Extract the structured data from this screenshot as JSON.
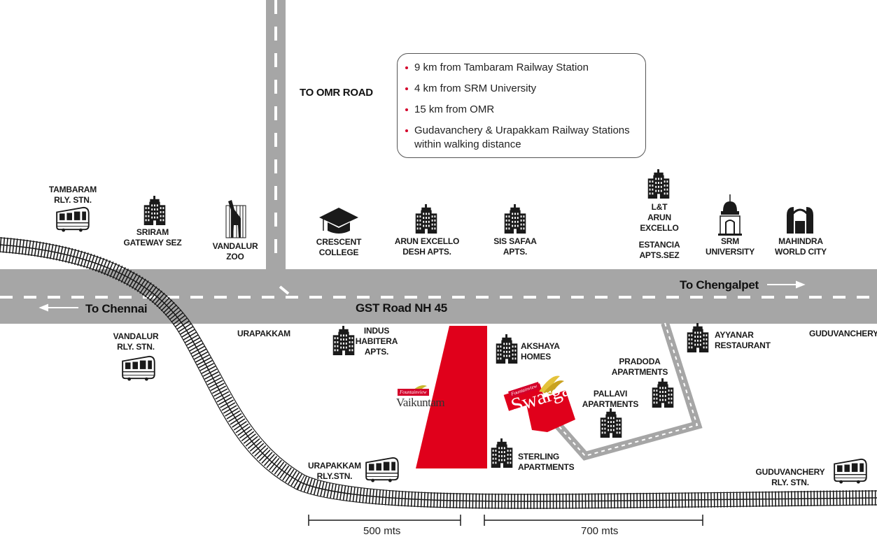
{
  "info": {
    "points": [
      "9 km from Tambaram Railway Station",
      "4 km from SRM University",
      "15 km from OMR",
      "Gudavanchery & Urapakkam Railway Stations within walking distance"
    ]
  },
  "roads": {
    "main_road": "GST Road NH 45",
    "to_chennai": "To Chennai",
    "to_chengalpet": "To Chengalpet",
    "to_omr": "TO OMR ROAD"
  },
  "landmarks": {
    "tambaram_stn": "TAMBARAM\nRLY. STN.",
    "sriram_sez": "SRIRAM\nGATEWAY SEZ",
    "vandalur_zoo": "VANDALUR\nZOO",
    "crescent_college": "CRESCENT\nCOLLEGE",
    "arun_excello_desh": "ARUN EXCELLO\nDESH APTS.",
    "sis_safaa": "SIS SAFAA\nAPTS.",
    "lt_arun_excello": "L&T\nARUN\nEXCELLO",
    "estancia": "ESTANCIA\nAPTS.SEZ",
    "srm_university": "SRM\nUNIVERSITY",
    "mahindra_world_city": "MAHINDRA\nWORLD CITY",
    "vandalur_stn": "VANDALUR\nRLY. STN.",
    "urapakkam": "URAPAKKAM",
    "indus_habitera": "INDUS\nHABITERA\nAPTS.",
    "akshaya_homes": "AKSHAYA\nHOMES",
    "pradoda_apartments": "PRADODA\nAPARTMENTS",
    "pallavi_apartments": "PALLAVI\nAPARTMENTS",
    "ayyanar_restaurant": "AYYANAR\nRESTAURANT",
    "guduvanchery": "GUDUVANCHERY",
    "sterling_apartments": "STERLING\nAPARTMENTS",
    "urapakkam_stn": "URAPAKKAM\nRLY.STN.",
    "guduvanchery_stn": "GUDUVANCHERY\nRLY. STN."
  },
  "projects": {
    "vaikuntam": "Vaikuntam",
    "swargam": "Swargam",
    "brand": "Fountainview"
  },
  "scale": {
    "left": "500 mts",
    "right": "700 mts"
  },
  "colors": {
    "road": "#a6a6a6",
    "plot": "#e0001b",
    "track": "#222222",
    "text": "#1a1a1a"
  },
  "icons": {
    "building": "building-icon",
    "train": "train-icon",
    "giraffe": "giraffe-icon",
    "graduation_cap": "graduation-cap-icon",
    "srm": "srm-tower-icon",
    "mahindra": "mahindra-logo-icon"
  }
}
